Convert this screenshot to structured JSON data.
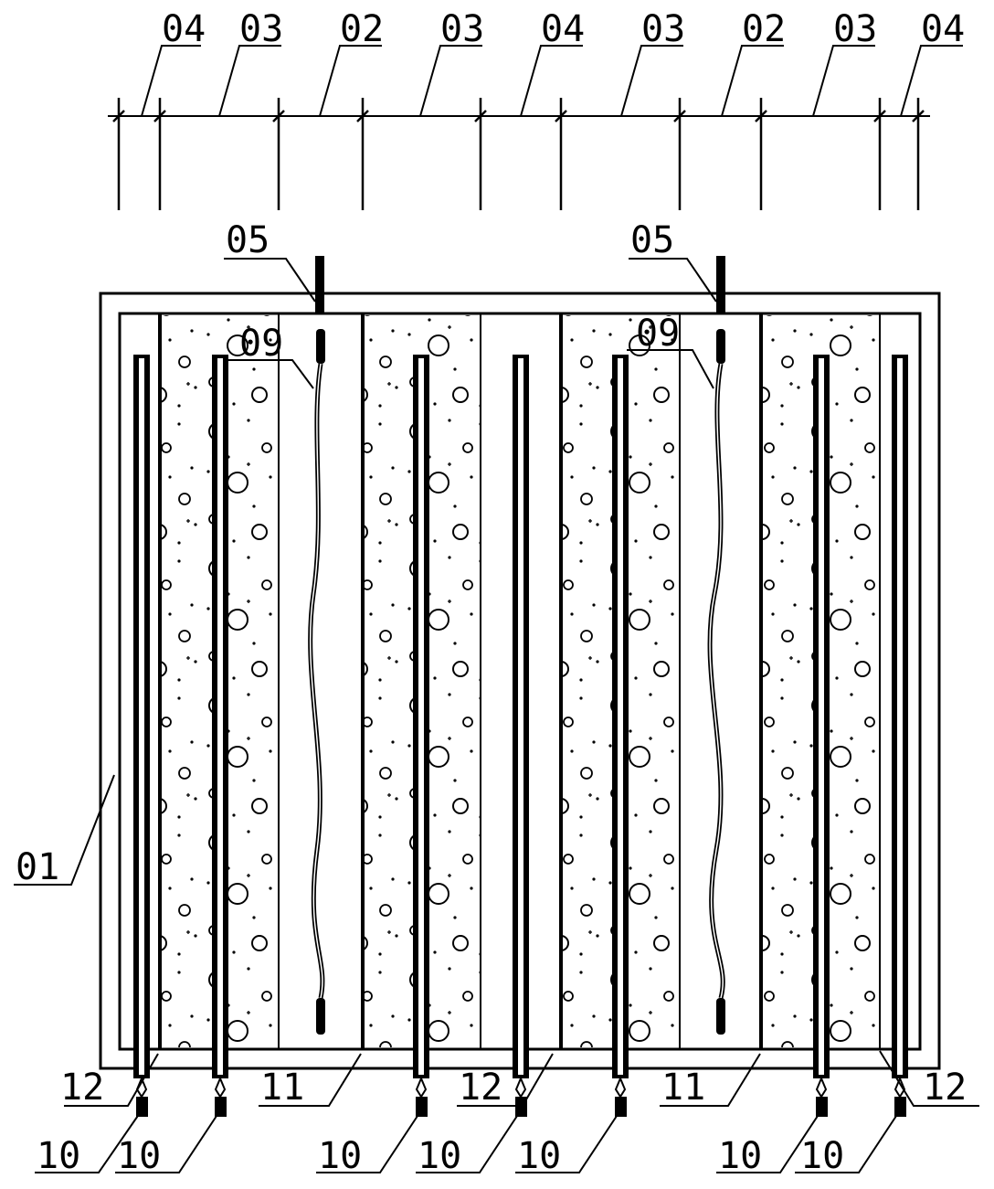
{
  "labels": {
    "dim_04": "04",
    "dim_03": "03",
    "dim_02": "02",
    "tube_05": "05",
    "wire_09": "09",
    "shell_01": "01",
    "part_10": "10",
    "part_11": "11",
    "part_12": "12"
  }
}
